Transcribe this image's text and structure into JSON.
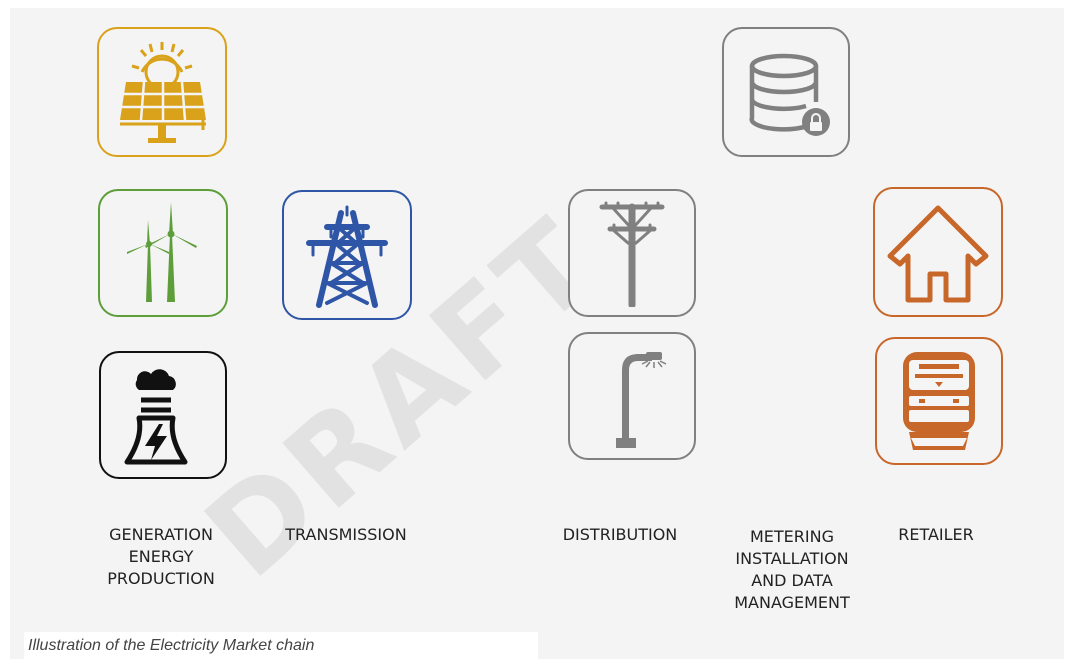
{
  "colors": {
    "solar": "#d9a21a",
    "wind": "#5d9e3a",
    "transmission": "#2f56a6",
    "distribution": "#808080",
    "power_plant": "#111111",
    "retailer": "#c8672a",
    "meter_display": "#f5f5f5"
  },
  "icons": {
    "solar": "solar-panel-icon",
    "wind": "wind-turbine-icon",
    "power_plant": "power-plant-icon",
    "transmission": "transmission-tower-icon",
    "utility_pole": "utility-pole-icon",
    "street_lamp": "street-lamp-icon",
    "database": "database-lock-icon",
    "house": "house-icon",
    "meter": "electricity-meter-icon"
  },
  "labels": {
    "generation": [
      "GENERATION",
      "ENERGY",
      "PRODUCTION"
    ],
    "transmission": [
      "TRANSMISSION"
    ],
    "distribution": [
      "DISTRIBUTION"
    ],
    "metering": [
      "METERING",
      "INSTALLATION",
      "AND DATA",
      "MANAGEMENT"
    ],
    "retailer": [
      "RETAILER"
    ]
  },
  "watermark": "DRAFT",
  "caption": "Illustration of the Electricity Market chain"
}
